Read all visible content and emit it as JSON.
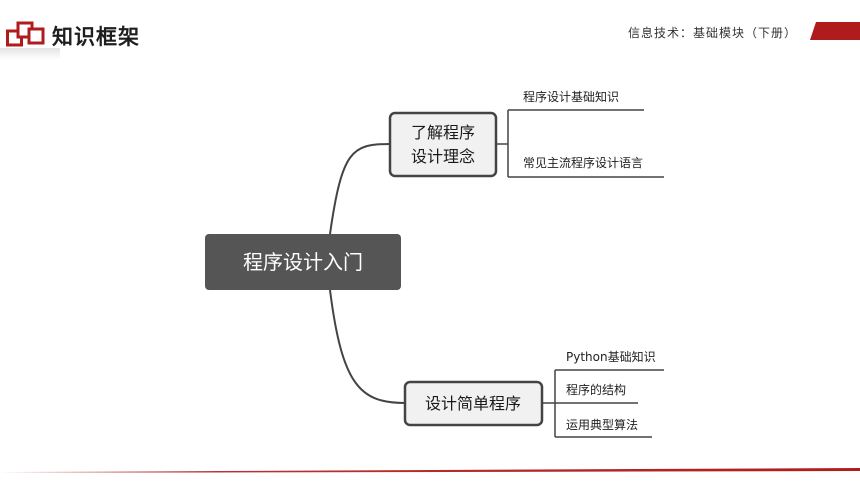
{
  "header": {
    "title": "知识框架",
    "subtitle": "信息技术：基础模块（下册）",
    "accent_color": "#b01c1c"
  },
  "mindmap": {
    "root": "程序设计入门",
    "branches": [
      {
        "label_lines": [
          "了解程序",
          "设计理念"
        ],
        "leaves": [
          "程序设计基础知识",
          "常见主流程序设计语言"
        ]
      },
      {
        "label_lines": [
          "设计简单程序"
        ],
        "leaves": [
          "Python基础知识",
          "程序的结构",
          "运用典型算法"
        ]
      }
    ]
  }
}
